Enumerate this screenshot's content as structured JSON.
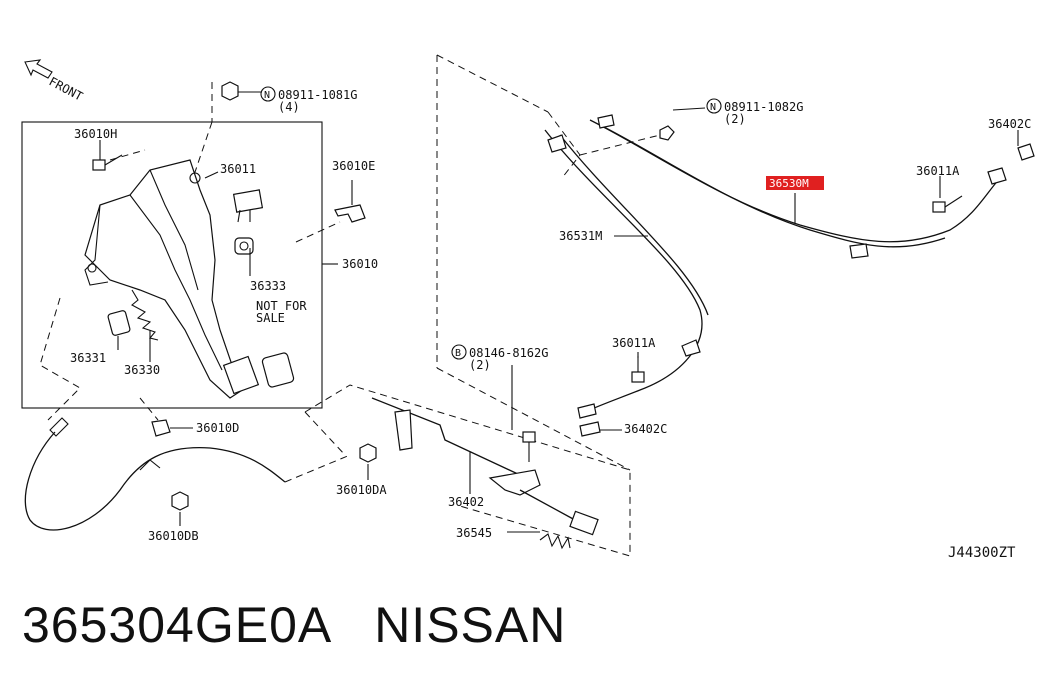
{
  "direction_label": "FRONT",
  "labels": {
    "l_08911_1081g": "08911-1081G",
    "l_1081g_qty": "(4)",
    "l_08911_1082g": "08911-1082G",
    "l_1082g_qty": "(2)",
    "l_08146_8162g": "08146-8162G",
    "l_8162g_qty": "(2)",
    "l_36010h": "36010H",
    "l_36011": "36011",
    "l_36010e": "36010E",
    "l_36010": "36010",
    "l_36333": "36333",
    "l_not_for": "NOT FOR",
    "l_sale": "SALE",
    "l_36331": "36331",
    "l_36330": "36330",
    "l_36010d": "36010D",
    "l_36010da": "36010DA",
    "l_36010db": "36010DB",
    "l_36402": "36402",
    "l_36545": "36545",
    "l_36531m": "36531M",
    "l_36011a_top": "36011A",
    "l_36011a_mid": "36011A",
    "l_36402c_top": "36402C",
    "l_36402c_mid": "36402C",
    "l_36530m": "36530M",
    "diagram_code": "J44300ZT"
  },
  "circle_letters": {
    "n1": "N",
    "n2": "N",
    "b1": "B"
  },
  "highlight_color": "#e02020",
  "footer": {
    "part_number": "365304GE0A",
    "brand": "NISSAN"
  }
}
